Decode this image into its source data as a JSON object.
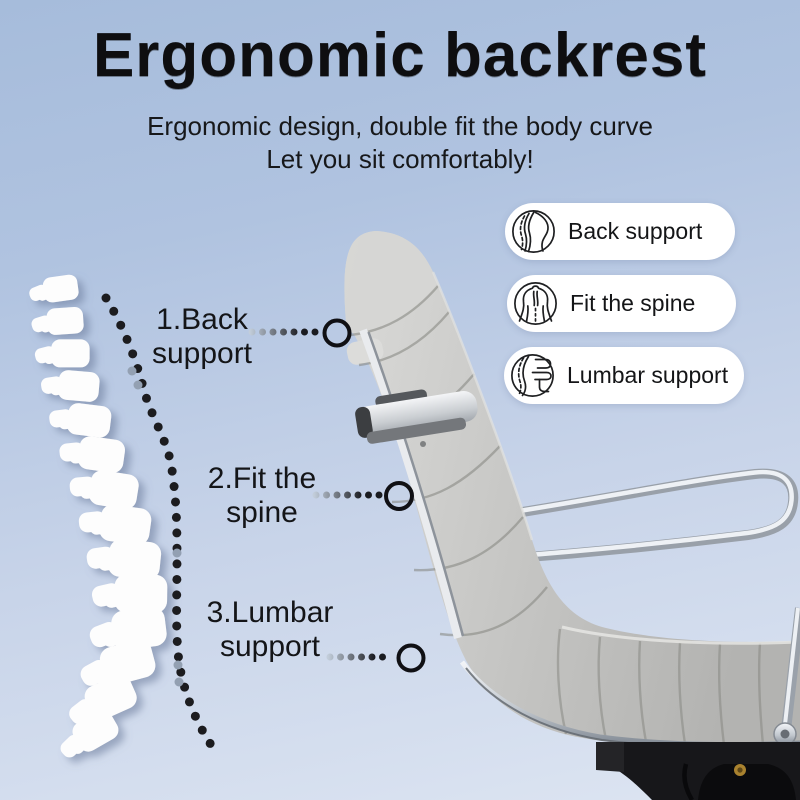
{
  "header": {
    "title": "Ergonomic backrest",
    "subtitle_line1": "Ergonomic design, double fit the body curve",
    "subtitle_line2": "Let you sit comfortably!"
  },
  "feature_pills": [
    {
      "icon": "back-support-icon",
      "label": "Back support"
    },
    {
      "icon": "fit-the-spine-icon",
      "label": "Fit the spine"
    },
    {
      "icon": "lumbar-support-icon",
      "label": "Lumbar support"
    }
  ],
  "callouts": [
    {
      "line1": "1.Back",
      "line2": "support"
    },
    {
      "line1": "2.Fit the",
      "line2": "spine"
    },
    {
      "line1": "3.Lumbar",
      "line2": "support"
    }
  ],
  "colors": {
    "background_top": "#a6bcdb",
    "background_bottom": "#dde5f2",
    "pill_background": "#ffffff",
    "text": "#141518",
    "chair_gray": "#c7c7c5",
    "chrome": "#d9dde2",
    "marker_ring": "#101014",
    "vertebra": "#fdfdfd"
  }
}
